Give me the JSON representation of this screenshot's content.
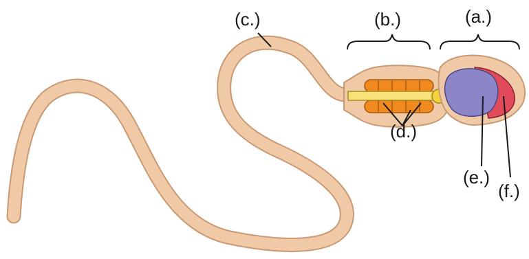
{
  "labels": {
    "a": "(a.)",
    "b": "(b.)",
    "c": "(c.)",
    "d": "(d.)",
    "e": "(e.)",
    "f": "(f.)"
  },
  "colors": {
    "membrane": "#f0c9a6",
    "membrane_outline": "#c99a74",
    "mitochondria": "#f08a1e",
    "mitochondria_outline": "#a85a10",
    "axial_filament": "#f7e27a",
    "centriole": "#f2d23a",
    "nucleus": "#8c86c8",
    "acrosome": "#e04a5a"
  }
}
